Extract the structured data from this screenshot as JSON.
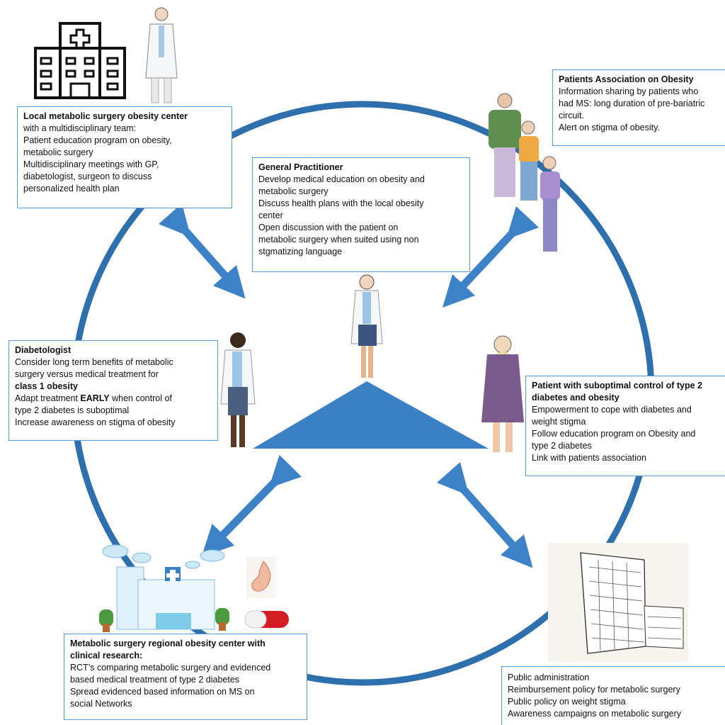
{
  "colors": {
    "accent": "#2e6fad",
    "box_border": "#5b9bd5",
    "arrow": "#3d82c6",
    "triangle": "#3b7fc4"
  },
  "icons": [
    "hospital-building-icon",
    "doctor-male-icon",
    "patients-group-icon",
    "doctor-female-icon",
    "diabetologist-icon",
    "patient-woman-icon",
    "regional-hospital-icon",
    "stomach-icon",
    "pill-icon",
    "administration-building-icon"
  ],
  "local_center": {
    "title": "Local metabolic surgery  obesity center",
    "lines": [
      "with a multidisciplinary team:",
      "Patient education program on obesity,",
      "metabolic surgery",
      "Multidisciplinary meetings with GP,",
      "diabetologist, surgeon to discuss",
      "personalized health plan"
    ]
  },
  "patients_association": {
    "title": "Patients Association on Obesity",
    "lines": [
      "Information sharing by patients who",
      "had MS: long duration of pre-bariatric",
      "circuit.",
      "Alert on stigma of obesity."
    ]
  },
  "general_practitioner": {
    "title": "General Practitioner",
    "lines": [
      "Develop medical education on obesity and",
      "metabolic surgery",
      "Discuss health plans with the local obesity",
      "center",
      "Open discussion with the patient on",
      "metabolic surgery  when suited using non",
      "stgmatizing language"
    ]
  },
  "diabetologist": {
    "title": "Diabetologist",
    "line1": "Consider long term benefits of  metabolic",
    "line2": "surgery  versus medical treatment for",
    "line3_bold": "class 1 obesity",
    "line4_pre": "Adapt treatment ",
    "line4_bold": "EARLY",
    "line4_post": " when control of",
    "line5": "type 2 diabetes is suboptimal",
    "line6": "Increase awareness on stigma of obesity"
  },
  "patient": {
    "title_1": "Patient with suboptimal control of type 2",
    "title_2": "diabetes and obesity",
    "lines": [
      "Empowerment to cope with diabetes and",
      "weight stigma",
      "Follow education program on Obesity and",
      "type 2 diabetes",
      "Link with patients association"
    ]
  },
  "regional_center": {
    "title_1": "Metabolic surgery regional obesity center with",
    "title_2": "clinical research:",
    "lines": [
      "RCT’s comparing metabolic surgery and evidenced",
      "based medical treatment of type 2 diabetes",
      "Spread evidenced based information on MS on",
      "social Networks"
    ]
  },
  "public_admin": {
    "lines": [
      "Public administration",
      "Reimbursement policy for metabolic surgery",
      "Public policy on weight stigma",
      "Awareness campaigns on metabolic surgery"
    ]
  }
}
